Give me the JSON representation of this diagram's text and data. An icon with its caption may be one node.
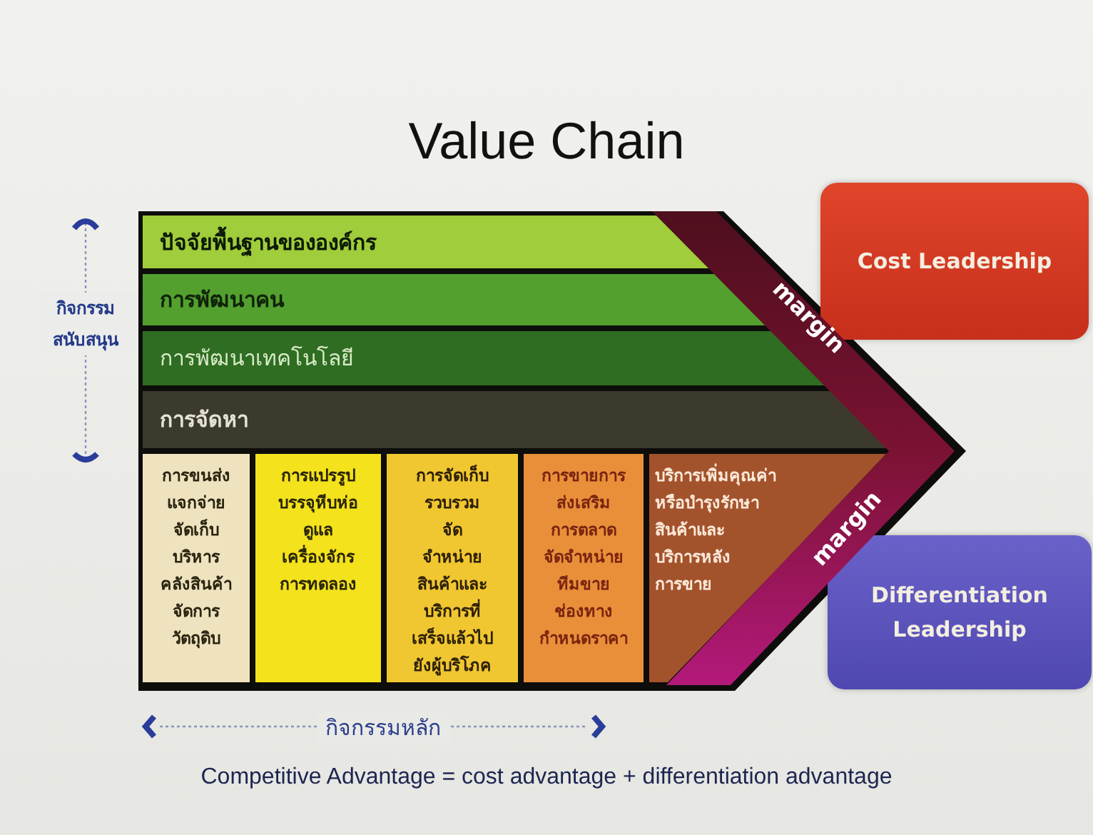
{
  "diagram": {
    "title": "Value Chain",
    "nodes": [
      {
        "text": [
          "ปัจจัยพื้นฐานขององค์กร"
        ]
      },
      {
        "text": [
          "การพัฒนาคน"
        ]
      },
      {
        "text": [
          "การพัฒนาเทคโนโลยี"
        ]
      },
      {
        "text": [
          "การจัดหา"
        ]
      },
      {
        "text": [
          "การขนส่ง แจกจ่าย จัดเก็บ บริหาร คลังสินค้า จัดการ วัตถุดิบ"
        ]
      },
      {
        "text": [
          "การแปรรูป บรรจุหีบห่อ ดูแล เครื่องจักร การทดลอง"
        ]
      },
      {
        "text": [
          "การจัดเก็บ รวบรวม จัด จำหน่าย สินค้าและ บริการที่ เสร็จแล้วไป ยังผู้บริโภค"
        ]
      },
      {
        "text": [
          "การขายการ ส่งเสริม การตลาด จัดจำหน่าย ทีมขาย ช่องทาง กำหนดราคา"
        ]
      },
      {
        "text": [
          "บริการเพิ่มคุณค่า หรือบำรุงรักษา สินค้าและ บริการหลัง การขาย"
        ]
      },
      {
        "text": [
          "margin",
          "margin"
        ]
      },
      {
        "text": [
          "Cost Leadership"
        ]
      },
      {
        "text": [
          "Differentiation Leadership"
        ]
      }
    ],
    "labels": [
      "กิจกรรม สนับสนุน",
      "กิจกรรมหลัก",
      "Competitive Advantage = cost advantage + differentiation advantage"
    ]
  }
}
